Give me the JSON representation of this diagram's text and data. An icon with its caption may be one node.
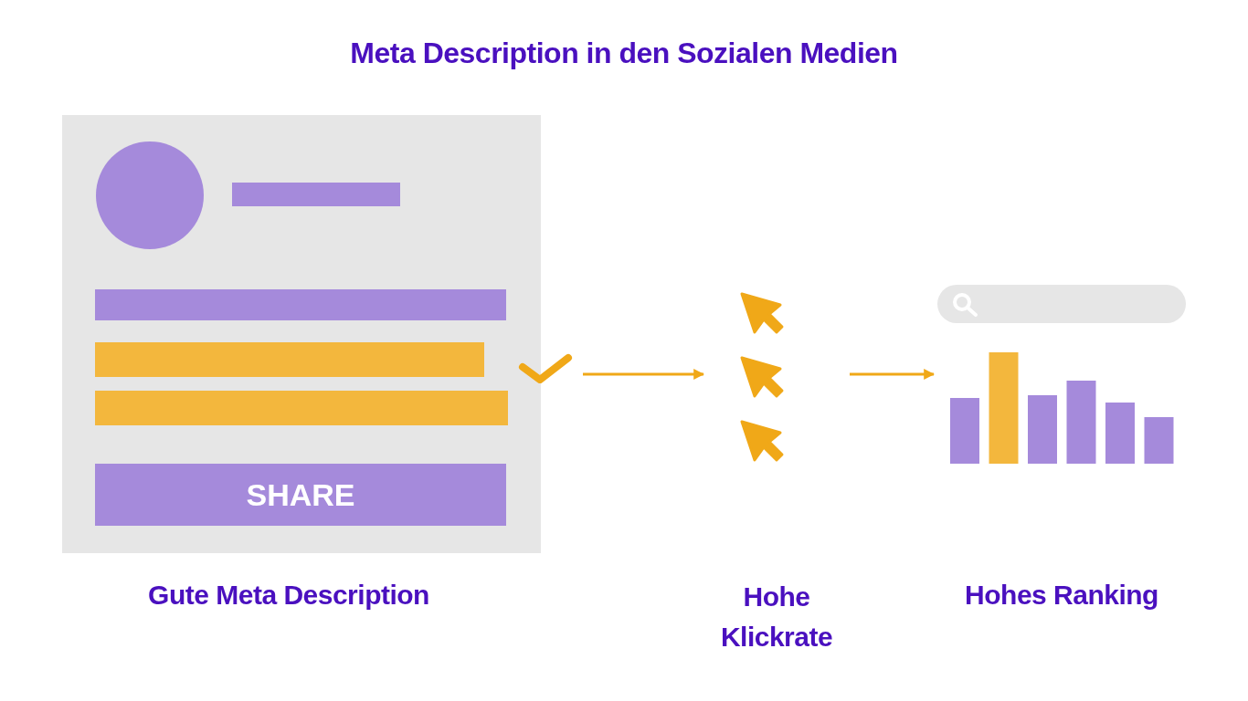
{
  "diagram": {
    "title": "Meta Description in den Sozialen Medien",
    "nodes": [
      {
        "text": [
          "Gute Meta Description"
        ]
      },
      {
        "text": [
          "SHARE"
        ],
        "in": 0
      },
      {
        "text": [
          "Hohe Klickrate"
        ]
      },
      {
        "text": [
          "Hohes Ranking"
        ]
      }
    ],
    "edges": [
      {
        "from": 0,
        "to": 2,
        "arrow": "to"
      },
      {
        "from": 2,
        "to": 3,
        "arrow": "to"
      }
    ]
  }
}
